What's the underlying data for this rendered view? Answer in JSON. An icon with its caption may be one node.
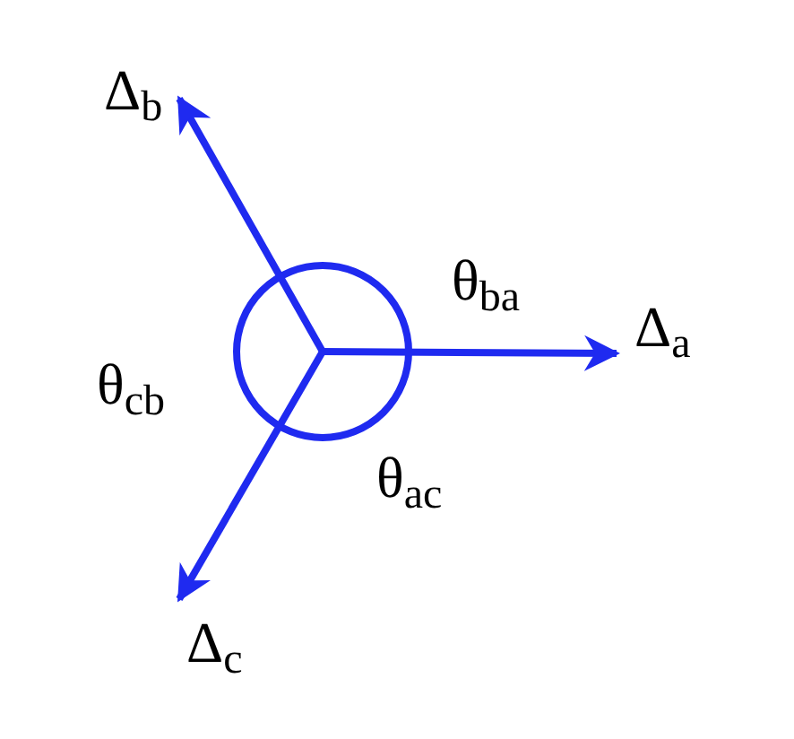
{
  "diagram": {
    "nodes": [
      {
        "text": [
          "Δ$_{a}$"
        ]
      },
      {
        "text": [
          "Δ$_{b}$"
        ]
      },
      {
        "text": [
          "Δ$_{c}$"
        ]
      },
      {
        "text": [],
        "shape": "circle"
      }
    ],
    "edges": [
      {
        "from": 3,
        "to": 0,
        "arrow": "to"
      },
      {
        "from": 3,
        "to": 1,
        "arrow": "to"
      },
      {
        "from": 3,
        "to": 2,
        "arrow": "to"
      }
    ],
    "labels": [
      "θ$_{ba}$",
      "θ$_{cb}$",
      "θ$_{ac}$"
    ]
  }
}
